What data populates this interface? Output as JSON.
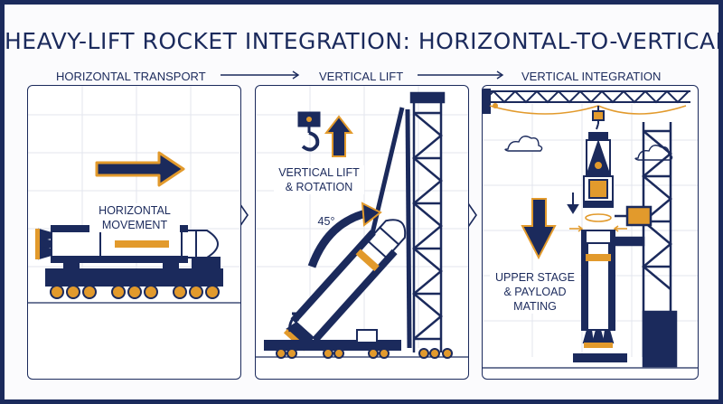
{
  "title": "HEAVY-LIFT ROCKET INTEGRATION: HORIZONTAL-TO-VERTICAL",
  "colors": {
    "navy": "#1b2a5c",
    "orange": "#e29a2c",
    "light": "#e8ebf3",
    "white": "#ffffff"
  },
  "stages": [
    {
      "label": "HORIZONTAL TRANSPORT",
      "caption": "HORIZONTAL\nMOVEMENT"
    },
    {
      "label": "VERTICAL LIFT",
      "caption": "VERTICAL LIFT\n& ROTATION",
      "angle_label": "45°"
    },
    {
      "label": "VERTICAL INTEGRATION",
      "caption": "UPPER STAGE\n& PAYLOAD\nMATING"
    }
  ],
  "icons": [
    "arrow-right-icon",
    "crane-hook-icon",
    "arrow-up-icon",
    "rotation-arrow-icon",
    "arrow-down-icon",
    "cloud-icon"
  ]
}
